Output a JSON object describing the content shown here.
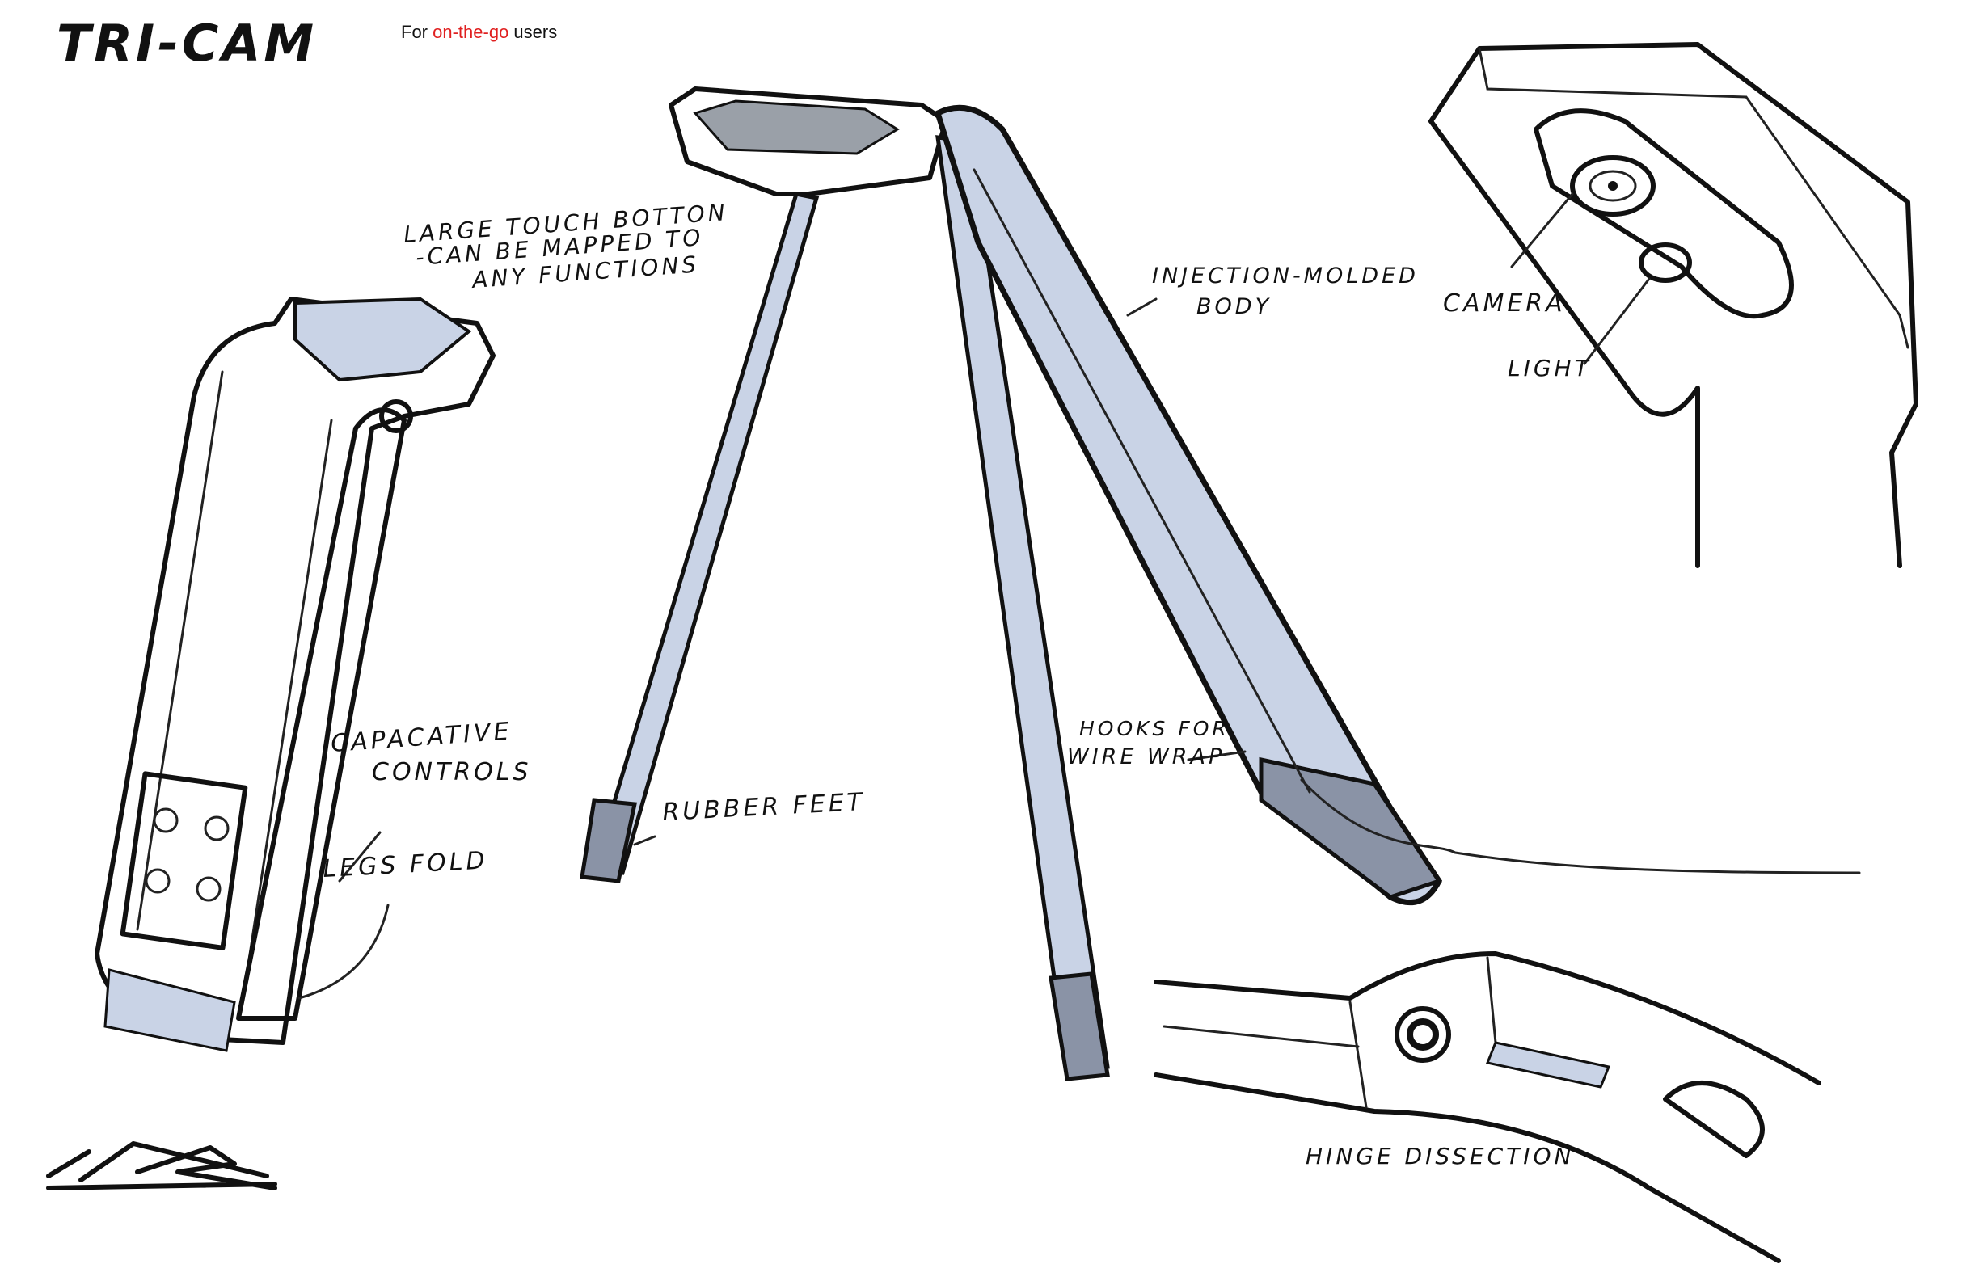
{
  "title": "TRI-CAM",
  "subtitle": {
    "prefix": "For ",
    "highlight": "on-the-go",
    "suffix": " users"
  },
  "labels": {
    "touch_button": [
      "LARGE TOUCH BOTTON",
      "-CAN BE MAPPED TO",
      "ANY FUNCTIONS"
    ],
    "injection_body": [
      "INJECTION-MOLDED",
      "BODY"
    ],
    "camera": "CAMERA",
    "light": "LIGHT",
    "capacitive": [
      "CAPACATIVE",
      "CONTROLS"
    ],
    "legs_fold": "LEGS FOLD",
    "rubber_feet": "RUBBER FEET",
    "hooks": [
      "HOOKS FOR",
      "WIRE WRAP"
    ],
    "hinge": "HINGE DISSECTION"
  },
  "colors": {
    "ink": "#111111",
    "accent": "#e02020",
    "marker_blue": "#c9d3e6",
    "marker_dark": "#8a93a6"
  }
}
